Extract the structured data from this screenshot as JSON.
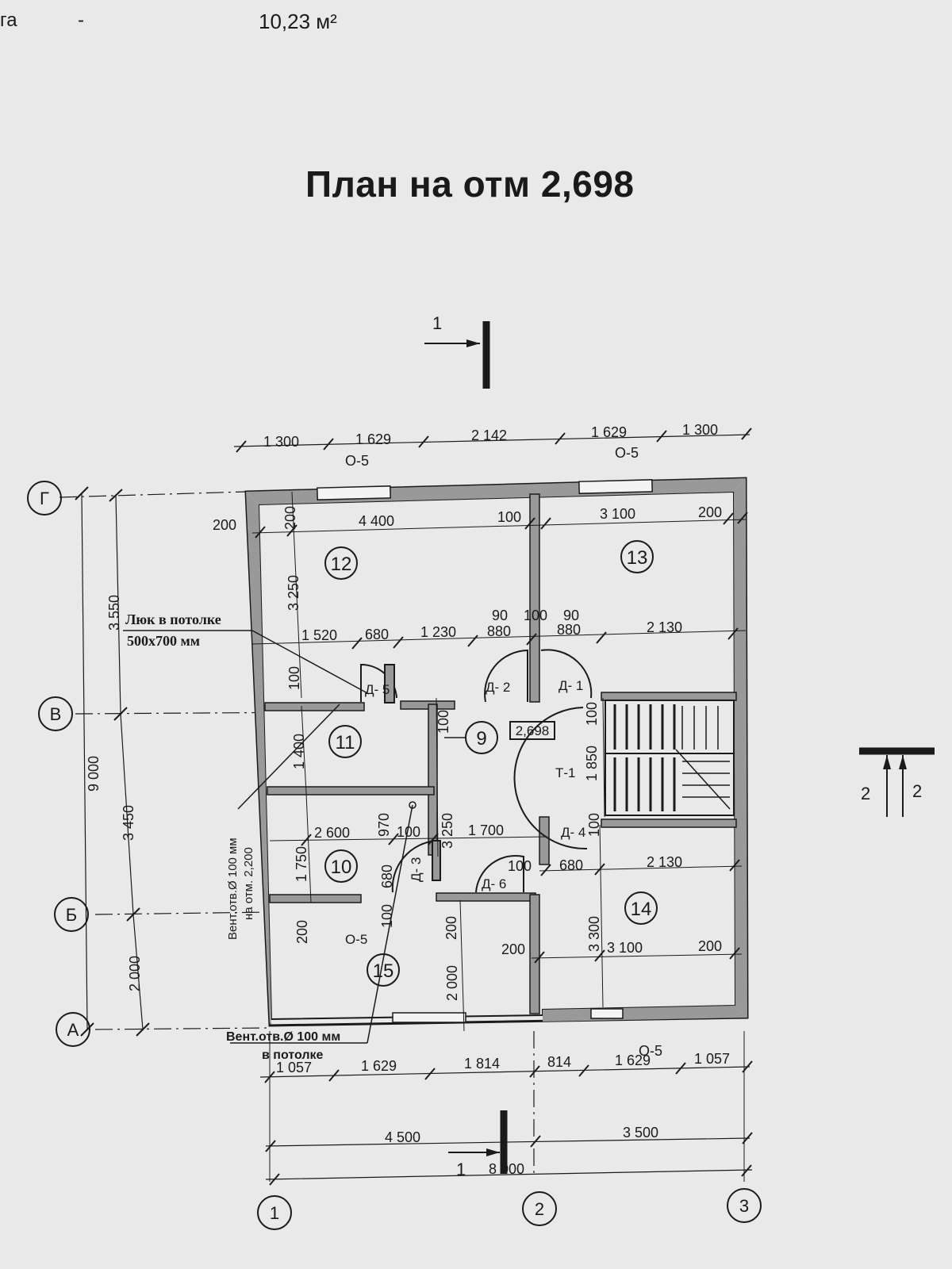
{
  "header": {
    "left_fragment": "га",
    "dash": "-",
    "area": "10,23 м²"
  },
  "title": "План на отм 2,698",
  "section_marks": {
    "top": "1",
    "right_a": "2",
    "right_b": "2",
    "bottom": "1"
  },
  "axes": {
    "rows": [
      "Г",
      "В",
      "Б",
      "А"
    ],
    "cols": [
      "1",
      "2",
      "3"
    ]
  },
  "dims_top": [
    "1 300",
    "1 629",
    "2 142",
    "1 629",
    "1 300"
  ],
  "top_window_marks": [
    "О-5",
    "О-5"
  ],
  "dims_left": {
    "total": "9 000",
    "seg1": "3 550",
    "seg2": "3 450",
    "seg3": "2 000"
  },
  "dims_bottom_row1": [
    "1 057",
    "1 629",
    "1 814",
    "814",
    "1 629",
    "1 057"
  ],
  "bottom_window_mark": "О-5",
  "dims_bottom_row2": [
    "4 500",
    "3 500"
  ],
  "dims_bottom_total": "8 000",
  "rooms": [
    "12",
    "13",
    "11",
    "9",
    "10",
    "15",
    "14"
  ],
  "level_mark": "2,698",
  "doors": [
    "Д- 5",
    "Д- 2",
    "Д- 1",
    "Д- 3",
    "Д- 6",
    "Д- 4"
  ],
  "stair_label": "Т-1",
  "window_labels": [
    "О-5"
  ],
  "notes": {
    "hatch": "Люк в потолке",
    "hatch_size": "500х700 мм",
    "vent1_a": "Вент.отв.Ø 100 мм",
    "vent1_b": "на отм. 2,200",
    "vent2_a": "Вент.отв.Ø 100 мм",
    "vent2_b": "в потолке"
  },
  "inner_dims": {
    "d200_a": "200",
    "d4400": "4 400",
    "d100_a": "100",
    "d3100_a": "3 100",
    "d200_b": "200",
    "d200_v": "200",
    "d3250": "3 250",
    "d1520": "1 520",
    "d680_a": "680",
    "d1230": "1 230",
    "d90_a": "90",
    "d880_a": "880",
    "d100_b": "100",
    "d90_b": "90",
    "d880_b": "880",
    "d2130_a": "2 130",
    "d100_v1": "100",
    "d100_v2": "100",
    "d1400": "1 400",
    "d100_v3": "100",
    "d1850": "1 850",
    "d100_v4": "100",
    "d2600": "2 600",
    "d970": "970",
    "d100_c": "100",
    "d3250_b": "3 250",
    "d1700": "1 700",
    "d1750": "1 750",
    "d680_b": "680",
    "d100_d": "100",
    "d680_c": "680",
    "d2130_b": "2 130",
    "d100_v5": "100",
    "d200_v2": "200",
    "d200_v3": "200",
    "d200_c": "200",
    "d3300": "3 300",
    "d3100_b": "3 100",
    "d200_d": "200",
    "d2000_v": "2 000"
  }
}
